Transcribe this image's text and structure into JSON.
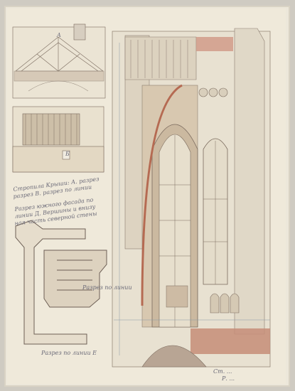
{
  "sheet": {
    "panel_letters": [
      "A",
      "Б"
    ],
    "captions": [
      "Стропила Крыши: А. разрез",
      "разрез В. разрез по линии",
      "Разрез южного фасада по",
      "линии Д. Вершины и внизу",
      "ная часть северной стены",
      "Разрез по линии",
      "Разрез по линии Е"
    ],
    "signature": [
      "Ст. ...",
      "Р. ..."
    ]
  }
}
